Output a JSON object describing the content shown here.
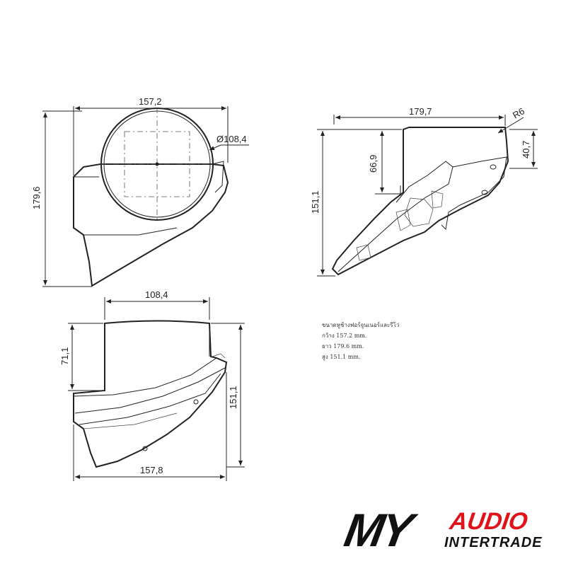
{
  "dimensions": {
    "top_width": "157,2",
    "top_diameter": "Ø108,4",
    "top_depth": "179,6",
    "side_length": "179,7",
    "side_radius": "R6",
    "side_offset": "40,7",
    "side_inner_height": "66,9",
    "side_height": "151,1",
    "front_top_width": "108,4",
    "front_inner_height": "71,1",
    "front_height": "151,1",
    "front_bottom_width": "157,8"
  },
  "notes": {
    "title": "ขนาดหูช้างฟอร์จูนเนอร์และรีโว่",
    "width": "กว้าง 157.2 mm.",
    "length": "ยาว 179.6 mm.",
    "height": "สูง 151.1 mm."
  },
  "logo": {
    "my": "MY",
    "audio": "AUDIO",
    "intertrade": "INTERTRADE",
    "colors": {
      "audio": "#e0121a",
      "my": "#111111"
    }
  }
}
